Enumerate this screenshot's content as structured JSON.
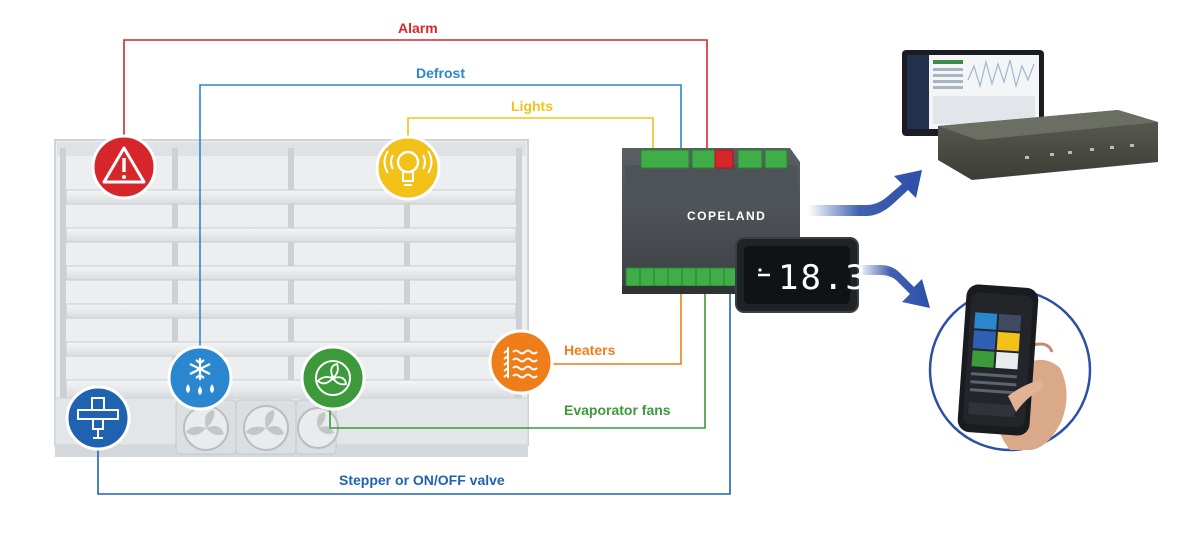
{
  "labels": {
    "alarm": "Alarm",
    "defrost": "Defrost",
    "lights": "Lights",
    "heaters": "Heaters",
    "evaporator_fans": "Evaporator fans",
    "valve": "Stepper or ON/OFF valve"
  },
  "controller": {
    "brand": "COPELAND",
    "display_value": "18.3"
  },
  "colors": {
    "alarm": "#d7262b",
    "defrost": "#2a86cf",
    "lights": "#f2c21b",
    "heaters": "#ef7d1a",
    "evaporator_fans": "#3c9a3a",
    "valve": "#1f63b0",
    "arrow": "#2c4fa8"
  },
  "icons": {
    "alarm": "warning-triangle-icon",
    "defrost": "snowflake-drops-icon",
    "lights": "light-bulb-icon",
    "heaters": "heater-waves-icon",
    "evaporator_fans": "fan-icon",
    "valve": "valve-icon"
  }
}
